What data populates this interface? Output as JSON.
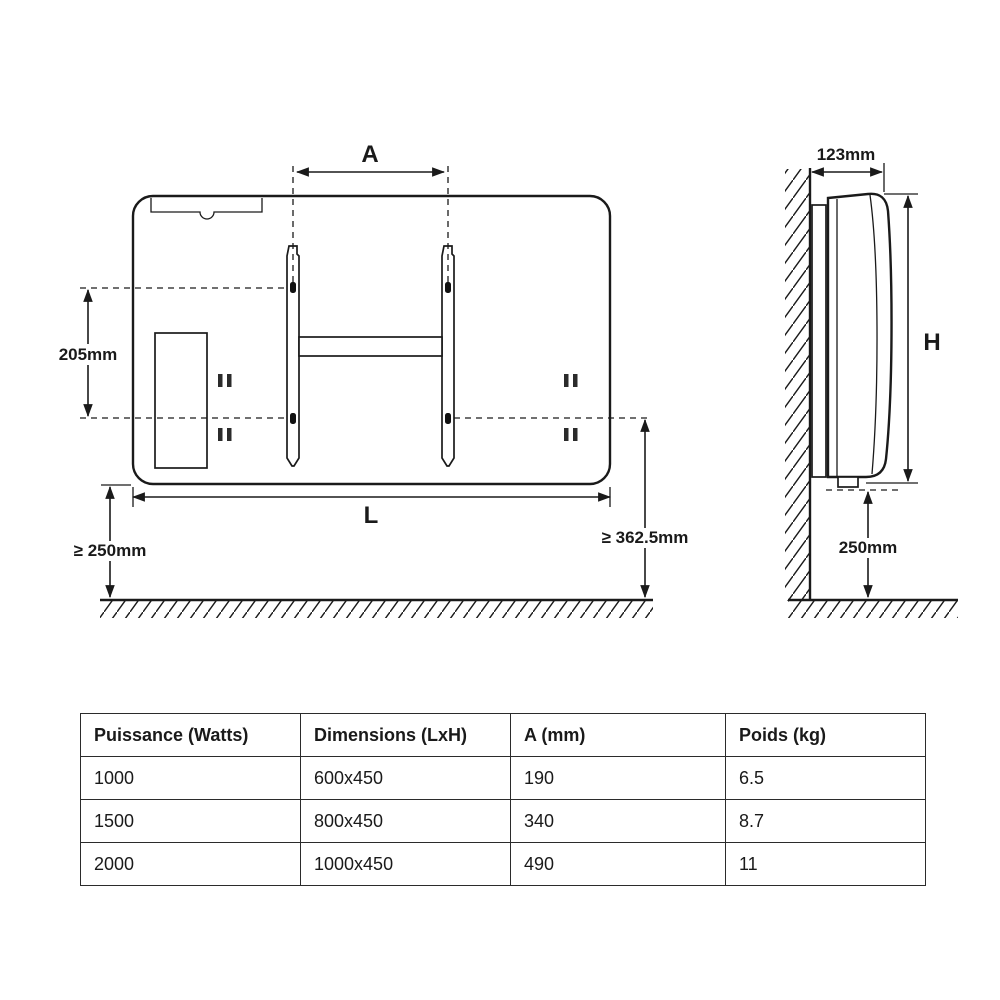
{
  "diagram": {
    "front_view": {
      "dim_a_label": "A",
      "dim_spacing_label": "205mm",
      "dim_length_label": "L",
      "dim_floor_left_label": "≥ 250mm",
      "dim_floor_right_label": "≥ 362.5mm"
    },
    "side_view": {
      "dim_depth_label": "123mm",
      "dim_height_label": "H",
      "dim_floor_label": "250mm"
    }
  },
  "table": {
    "headers": [
      "Puissance (Watts)",
      "Dimensions (LxH)",
      "A (mm)",
      "Poids (kg)"
    ],
    "rows": [
      [
        "1000",
        "600x450",
        "190",
        "6.5"
      ],
      [
        "1500",
        "800x450",
        "340",
        "8.7"
      ],
      [
        "2000",
        "1000x450",
        "490",
        "11"
      ]
    ]
  },
  "colors": {
    "line": "#1a1a1a",
    "background": "#ffffff"
  }
}
